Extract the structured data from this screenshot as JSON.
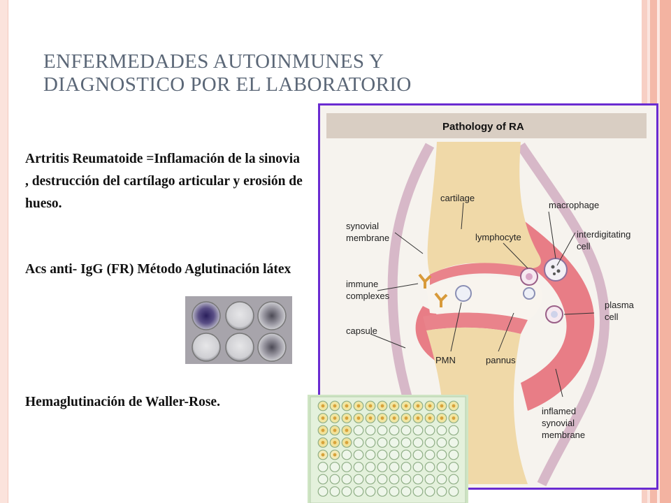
{
  "slide": {
    "title_line1": "ENFERMEDADES AUTOINMUNES Y",
    "title_line2": "DIAGNOSTICO POR EL LABORATORIO",
    "paragraph1": "Artritis Reumatoide =Inflamación de la sinovia , destrucción del cartílago articular y erosión de hueso.",
    "paragraph2": "Acs anti- IgG (FR) Método Aglutinación látex",
    "paragraph3": "Hemaglutinación de Waller-Rose."
  },
  "figure": {
    "title": "Pathology of RA",
    "labels": {
      "cartilage": "cartilage",
      "synovial_1": "synovial",
      "synovial_2": "membrane",
      "lymphocyte": "lymphocyte",
      "macrophage": "macrophage",
      "interdigitating_1": "interdigitating",
      "interdigitating_2": "cell",
      "immune_1": "immune",
      "immune_2": "complexes",
      "capsule": "capsule",
      "plasma_1": "plasma",
      "plasma_2": "cell",
      "pmn": "PMN",
      "pannus": "pannus",
      "inflamed_1": "inflamed",
      "inflamed_2": "synovial",
      "inflamed_3": "membrane"
    },
    "border_color": "#6a2bd1"
  },
  "colors": {
    "title": "#5b6777",
    "accent_pink": "#f3b3a1"
  }
}
